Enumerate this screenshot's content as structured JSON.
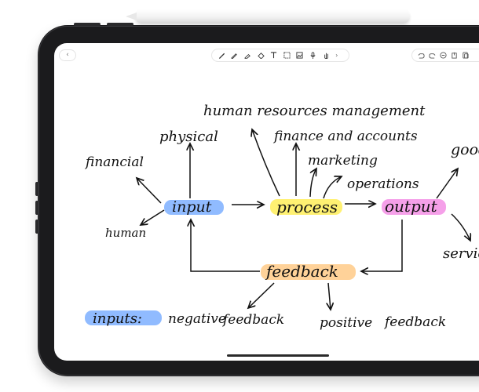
{
  "toolbar": {
    "back_icon": "‹",
    "more_icon": "›",
    "tools": [
      "pen-icon",
      "pencil-icon",
      "marker-icon",
      "eraser-icon",
      "text-icon",
      "lasso-icon",
      "image-icon",
      "mic-icon",
      "hand-icon"
    ],
    "right_actions": [
      "undo-icon",
      "redo-icon",
      "more-circle-icon",
      "share-icon",
      "pages-icon"
    ]
  },
  "notes": {
    "top_label": "human resources management",
    "physical": "physical",
    "finance": "finance and accounts",
    "marketing": "marketing",
    "operations": "operations",
    "financial": "financial",
    "input": "input",
    "process": "process",
    "output": "output",
    "goods": "good",
    "human": "human",
    "services": "servic",
    "feedback": "feedback",
    "inputs": "inputs:",
    "negative": "negative",
    "negative_feedback": "feedback",
    "positive": "positive",
    "positive_feedback": "feedback"
  },
  "colors": {
    "input_highlight": "#8ab7ff",
    "process_highlight": "#fff06a",
    "output_highlight": "#f49be8",
    "feedback_highlight": "#ffd093",
    "ink": "#111111"
  }
}
